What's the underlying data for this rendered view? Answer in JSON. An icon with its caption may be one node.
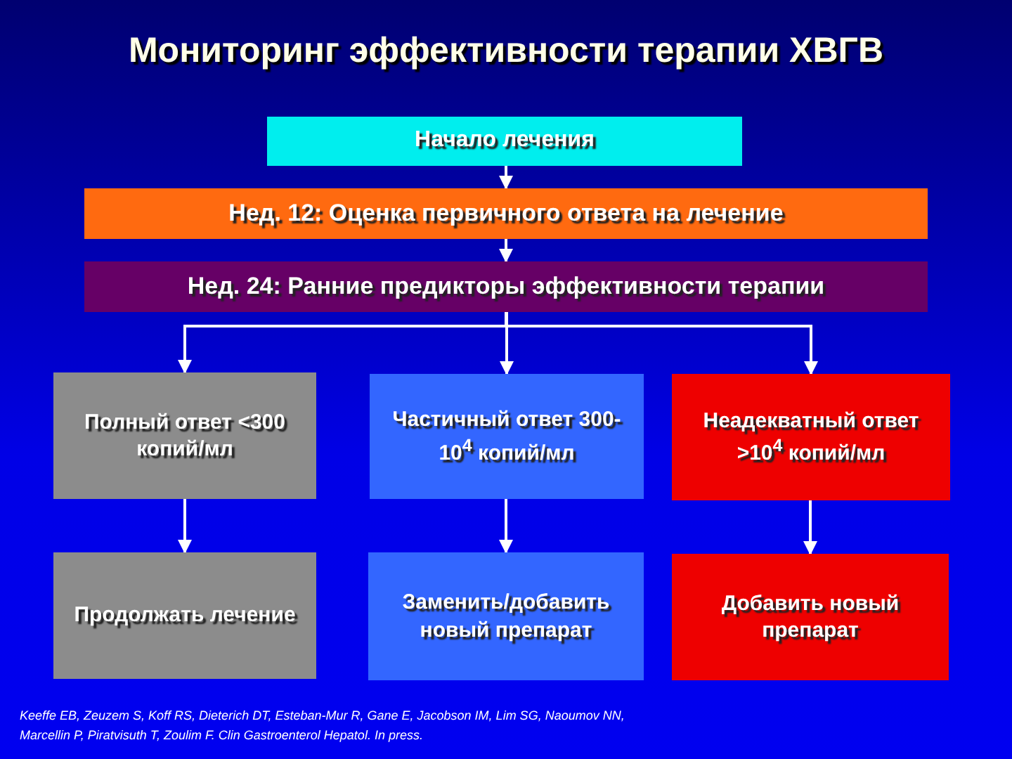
{
  "diagram": {
    "title": "Мониторинг эффективности терапии ХВГВ",
    "nodes": [
      {
        "text": [
          "Начало лечения"
        ]
      },
      {
        "text": [
          "Нед. 12: Оценка первичного ответа на лечение"
        ]
      },
      {
        "text": [
          "Нед. 24: Ранние предикторы эффективности терапии"
        ]
      },
      {
        "text": [
          "Полный ответ <300 копий/мл"
        ]
      },
      {
        "text": [
          "Частичный ответ 300-10$^{4}$ копий/мл"
        ]
      },
      {
        "text": [
          "Неадекватный ответ >10$^{4}$ копий/мл"
        ]
      },
      {
        "text": [
          "Продолжать лечение"
        ]
      },
      {
        "text": [
          "Заменить/добавить новый препарат"
        ]
      },
      {
        "text": [
          "Добавить новый препарат"
        ]
      }
    ],
    "edges": [
      {
        "from": 0,
        "to": 1,
        "arrow": "to"
      },
      {
        "from": 1,
        "to": 2,
        "arrow": "to"
      },
      {
        "from": 2,
        "to": 3,
        "arrow": "to"
      },
      {
        "from": 2,
        "to": 4,
        "arrow": "to"
      },
      {
        "from": 2,
        "to": 5,
        "arrow": "to"
      },
      {
        "from": 3,
        "to": 6,
        "arrow": "to"
      },
      {
        "from": 4,
        "to": 7,
        "arrow": "to"
      },
      {
        "from": 5,
        "to": 8,
        "arrow": "to"
      }
    ],
    "labels": [
      "Keeffe EB, Zeuzem S, Koff RS, Dieterich DT, Esteban-Mur R, Gane E, Jacobson IM, Lim SG, Naoumov NN, Marcellin P, Piratvisuth T, Zoulim F. Clin Gastroenterol Hepatol. In press."
    ]
  }
}
